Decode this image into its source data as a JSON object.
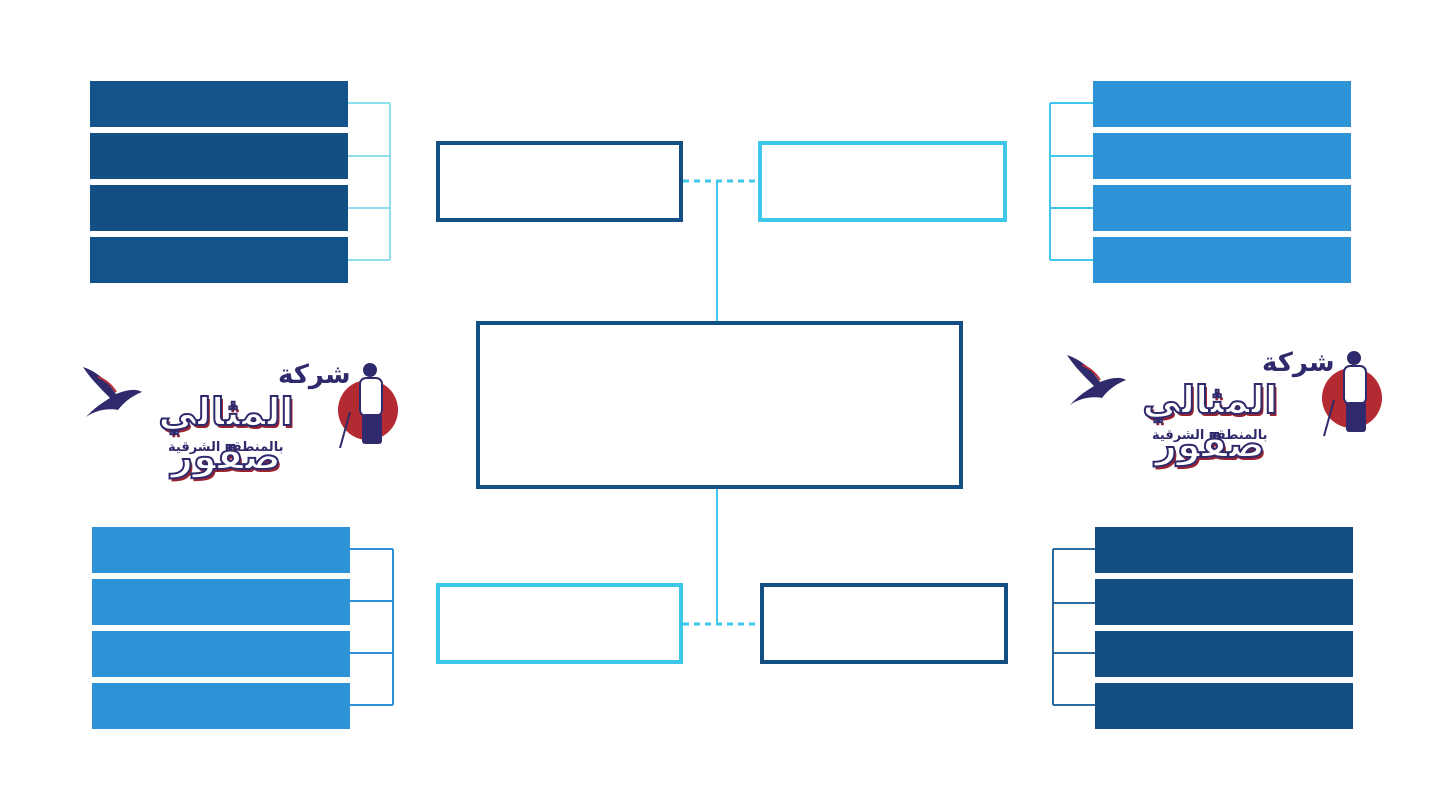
{
  "colors": {
    "dark_blue": "#11538a",
    "mid_blue": "#2e93d6",
    "light_blue": "#3ec7ea",
    "connector_light": "#8fdff1",
    "logo_navy": "#2f2a6b",
    "logo_red": "#b42a33"
  },
  "logo": {
    "top_text": "شركة",
    "main_text": "المثالي صقور",
    "sub_text": "بالمنطقة الشرقية",
    "icons": [
      "eagle-icon",
      "golfer-icon"
    ]
  }
}
